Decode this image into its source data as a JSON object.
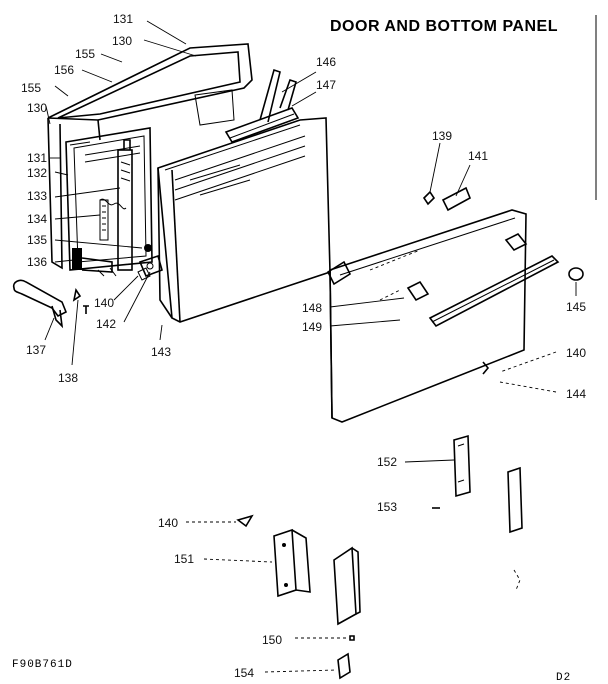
{
  "title": "DOOR AND BOTTOM PANEL",
  "footer": {
    "drawing_code": "F90B761D",
    "page_code": "D2"
  },
  "callouts": {
    "p131a": "131",
    "p130a": "130",
    "p155a": "155",
    "p156": "156",
    "p155b": "155",
    "p130b": "130",
    "p131b": "131",
    "p132": "132",
    "p133": "133",
    "p134": "134",
    "p135": "135",
    "p136": "136",
    "p137": "137",
    "p138": "138",
    "p140a": "140",
    "p142": "142",
    "p143": "143",
    "p146": "146",
    "p147": "147",
    "p139": "139",
    "p141": "141",
    "p145": "145",
    "p148": "148",
    "p149": "149",
    "p140b": "140",
    "p144": "144",
    "p152": "152",
    "p153": "153",
    "p140c": "140",
    "p151": "151",
    "p150": "150",
    "p154": "154"
  },
  "colors": {
    "ink": "#000000",
    "paper": "#ffffff"
  }
}
